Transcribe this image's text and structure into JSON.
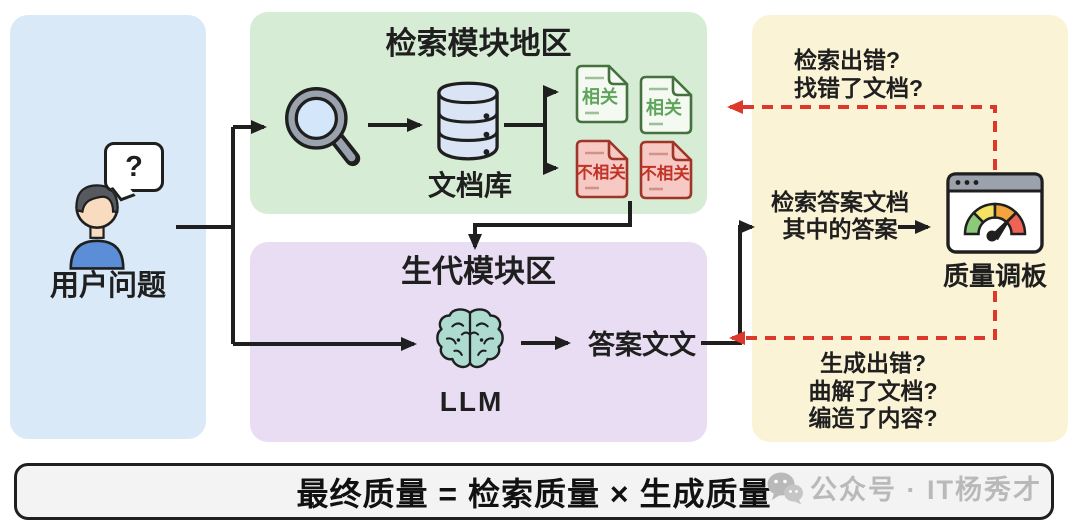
{
  "colors": {
    "panel_blue": "#d9e9f8",
    "panel_green": "#d7ecd5",
    "panel_purple": "#e8ddf3",
    "panel_yellow": "#fbf3d6",
    "ink": "#1f1f1f",
    "dash_red": "#dd382c",
    "doc_relevant_fill": "#f4faf2",
    "doc_relevant_border": "#44713e",
    "doc_relevant_text": "#5ea45b",
    "doc_relevant_line": "#9dbf9a",
    "doc_irrelevant_fill": "#f7c9c4",
    "doc_irrelevant_border": "#9f3527",
    "doc_irrelevant_text": "#c13327",
    "doc_irrelevant_line": "#d19288",
    "db_fill": "#dbe4f4",
    "lens_fill": "#d4e6f9",
    "metal_gray": "#9aa3ad",
    "brain_fill": "#aedbd0",
    "gauge_green": "#8cc979",
    "gauge_yellow": "#f3e263",
    "gauge_orange": "#f4a43c",
    "gauge_red": "#ee6355",
    "window_bar": "#9ba2ab",
    "bar_fill": "#f3f3f3",
    "watermark_gray": "#b9b9b9",
    "skin": "#f9dcc0",
    "shirt_blue": "#5b8ed6",
    "hair_gray": "#565a5e"
  },
  "user_panel": {
    "label": "用户问题",
    "bubble_symbol": "?"
  },
  "retrieval_panel": {
    "title": "检索模块地区",
    "database_label": "文档库",
    "docs": [
      {
        "label": "相关"
      },
      {
        "label": "相关"
      },
      {
        "label": "不相关"
      },
      {
        "label": "不相关"
      }
    ]
  },
  "generation_panel": {
    "title": "生代模块区",
    "llm_label": "LLM",
    "answer_label": "答案文文"
  },
  "quality_panel": {
    "retrieval_questions": [
      "检索出错?",
      "找错了文档?"
    ],
    "gauge_input_line1": "检索答案文档",
    "gauge_input_line2": "其中的答案",
    "gauge_label": "质量调板",
    "generation_questions": [
      "生成出错?",
      "曲解了文档?",
      "编造了内容?"
    ]
  },
  "footer": {
    "formula": "最终质量 = 检索质量 × 生成质量",
    "watermark": "公众号 · IT杨秀才"
  }
}
